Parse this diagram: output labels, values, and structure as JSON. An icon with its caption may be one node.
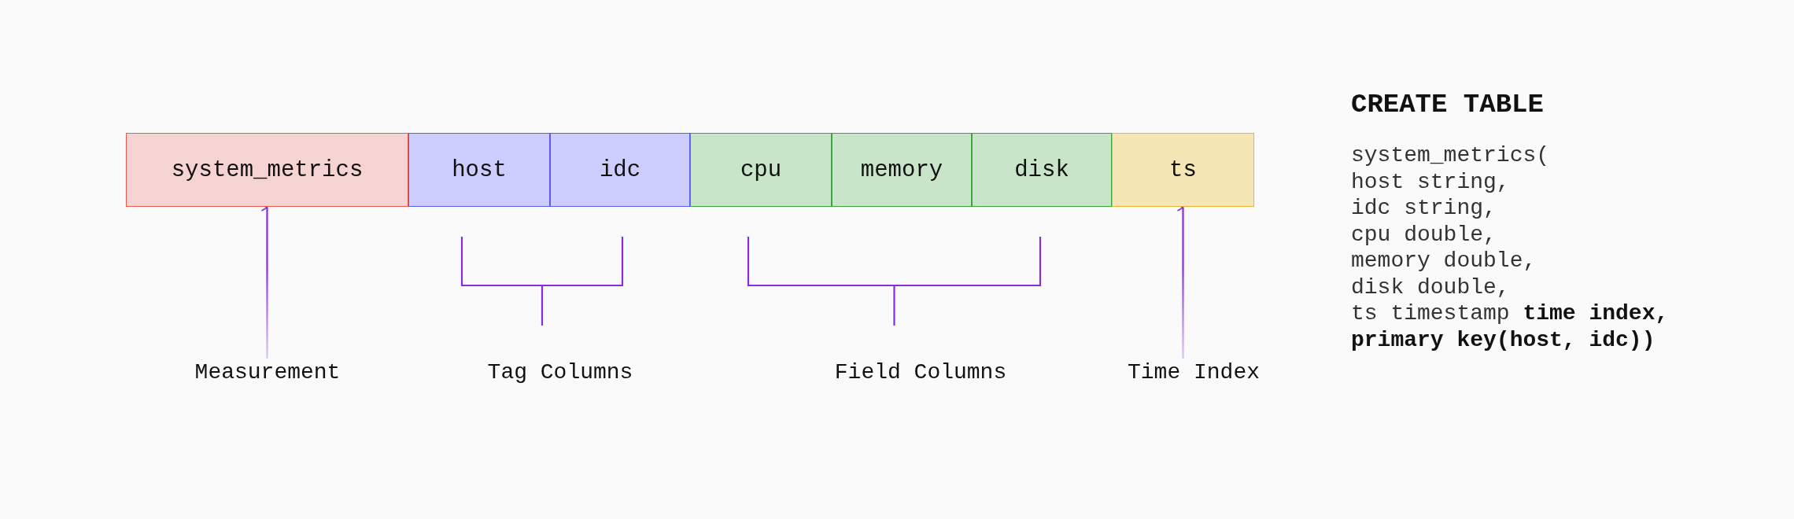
{
  "diagram": {
    "nodes": [
      {
        "text": [
          "system_metrics"
        ]
      },
      {
        "text": [
          "host"
        ]
      },
      {
        "text": [
          "idc"
        ]
      },
      {
        "text": [
          "cpu"
        ]
      },
      {
        "text": [
          "memory"
        ]
      },
      {
        "text": [
          "disk"
        ]
      },
      {
        "text": [
          "ts"
        ]
      },
      {
        "text": [
          "Measurement"
        ]
      },
      {
        "text": [
          "Time Index"
        ]
      }
    ],
    "edges": [
      {
        "from": 7,
        "to": 0,
        "arrow": "to"
      },
      {
        "from": 8,
        "to": 6,
        "arrow": "to"
      }
    ],
    "labels": [
      "Tag Columns",
      "Field Columns",
      "CREATE TABLE",
      "system_metrics(",
      "host string,",
      "idc string,",
      "cpu double,",
      "memory double,",
      "disk double,",
      "ts timestamp **time index,**",
      "**primary key(host, idc))**"
    ]
  }
}
